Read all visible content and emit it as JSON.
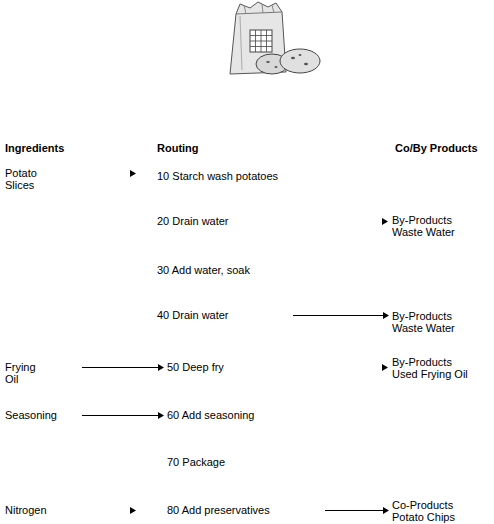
{
  "diagram": {
    "nodes": [
      {
        "text": [
          "Potato Slices"
        ]
      },
      {
        "text": [
          "10 Starch wash potatoes"
        ]
      },
      {
        "text": [
          "20 Drain water"
        ]
      },
      {
        "text": [
          "By-Products",
          "Waste Water"
        ]
      },
      {
        "text": [
          "30 Add water, soak"
        ]
      },
      {
        "text": [
          "40 Drain water"
        ]
      },
      {
        "text": [
          "By-Products",
          "Waste Water"
        ]
      },
      {
        "text": [
          "Frying Oil"
        ]
      },
      {
        "text": [
          "50 Deep fry"
        ]
      },
      {
        "text": [
          "By-Products",
          "Used Frying Oil"
        ]
      },
      {
        "text": [
          "Seasoning"
        ]
      },
      {
        "text": [
          "60 Add seasoning"
        ]
      },
      {
        "text": [
          "70 Package"
        ]
      },
      {
        "text": [
          "Nitrogen"
        ]
      },
      {
        "text": [
          "80 Add preservatives"
        ]
      },
      {
        "text": [
          "Co-Products",
          "Potato Chips"
        ]
      }
    ],
    "edges": [
      {
        "from": 0,
        "to": 1,
        "arrow": "to"
      },
      {
        "from": 2,
        "to": 3,
        "arrow": "to"
      },
      {
        "from": 5,
        "to": 6,
        "arrow": "to"
      },
      {
        "from": 7,
        "to": 8,
        "arrow": "to"
      },
      {
        "from": 8,
        "to": 9,
        "arrow": "to"
      },
      {
        "from": 10,
        "to": 11,
        "arrow": "to"
      },
      {
        "from": 13,
        "to": 14,
        "arrow": "to"
      },
      {
        "from": 14,
        "to": 15,
        "arrow": "to"
      }
    ],
    "labels": [
      "Ingredients",
      "Routing",
      "Co/By Products"
    ]
  }
}
